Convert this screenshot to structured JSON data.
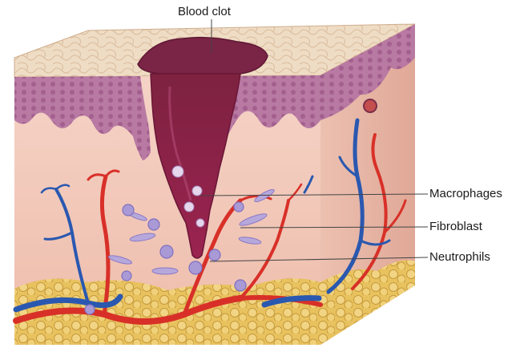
{
  "labels": {
    "blood_clot": "Blood clot",
    "macrophages": "Macrophages",
    "fibroblast": "Fibroblast",
    "neutrophils": "Neutrophils"
  },
  "colors": {
    "skin_surface": "#eedcc6",
    "epidermis": "#b06a98",
    "dermis": "#f3c7b8",
    "clot": "#8a1e46",
    "artery": "#d83028",
    "vein": "#2a58b0",
    "fat": "#e8c86a",
    "cell": "#a99ad6"
  }
}
